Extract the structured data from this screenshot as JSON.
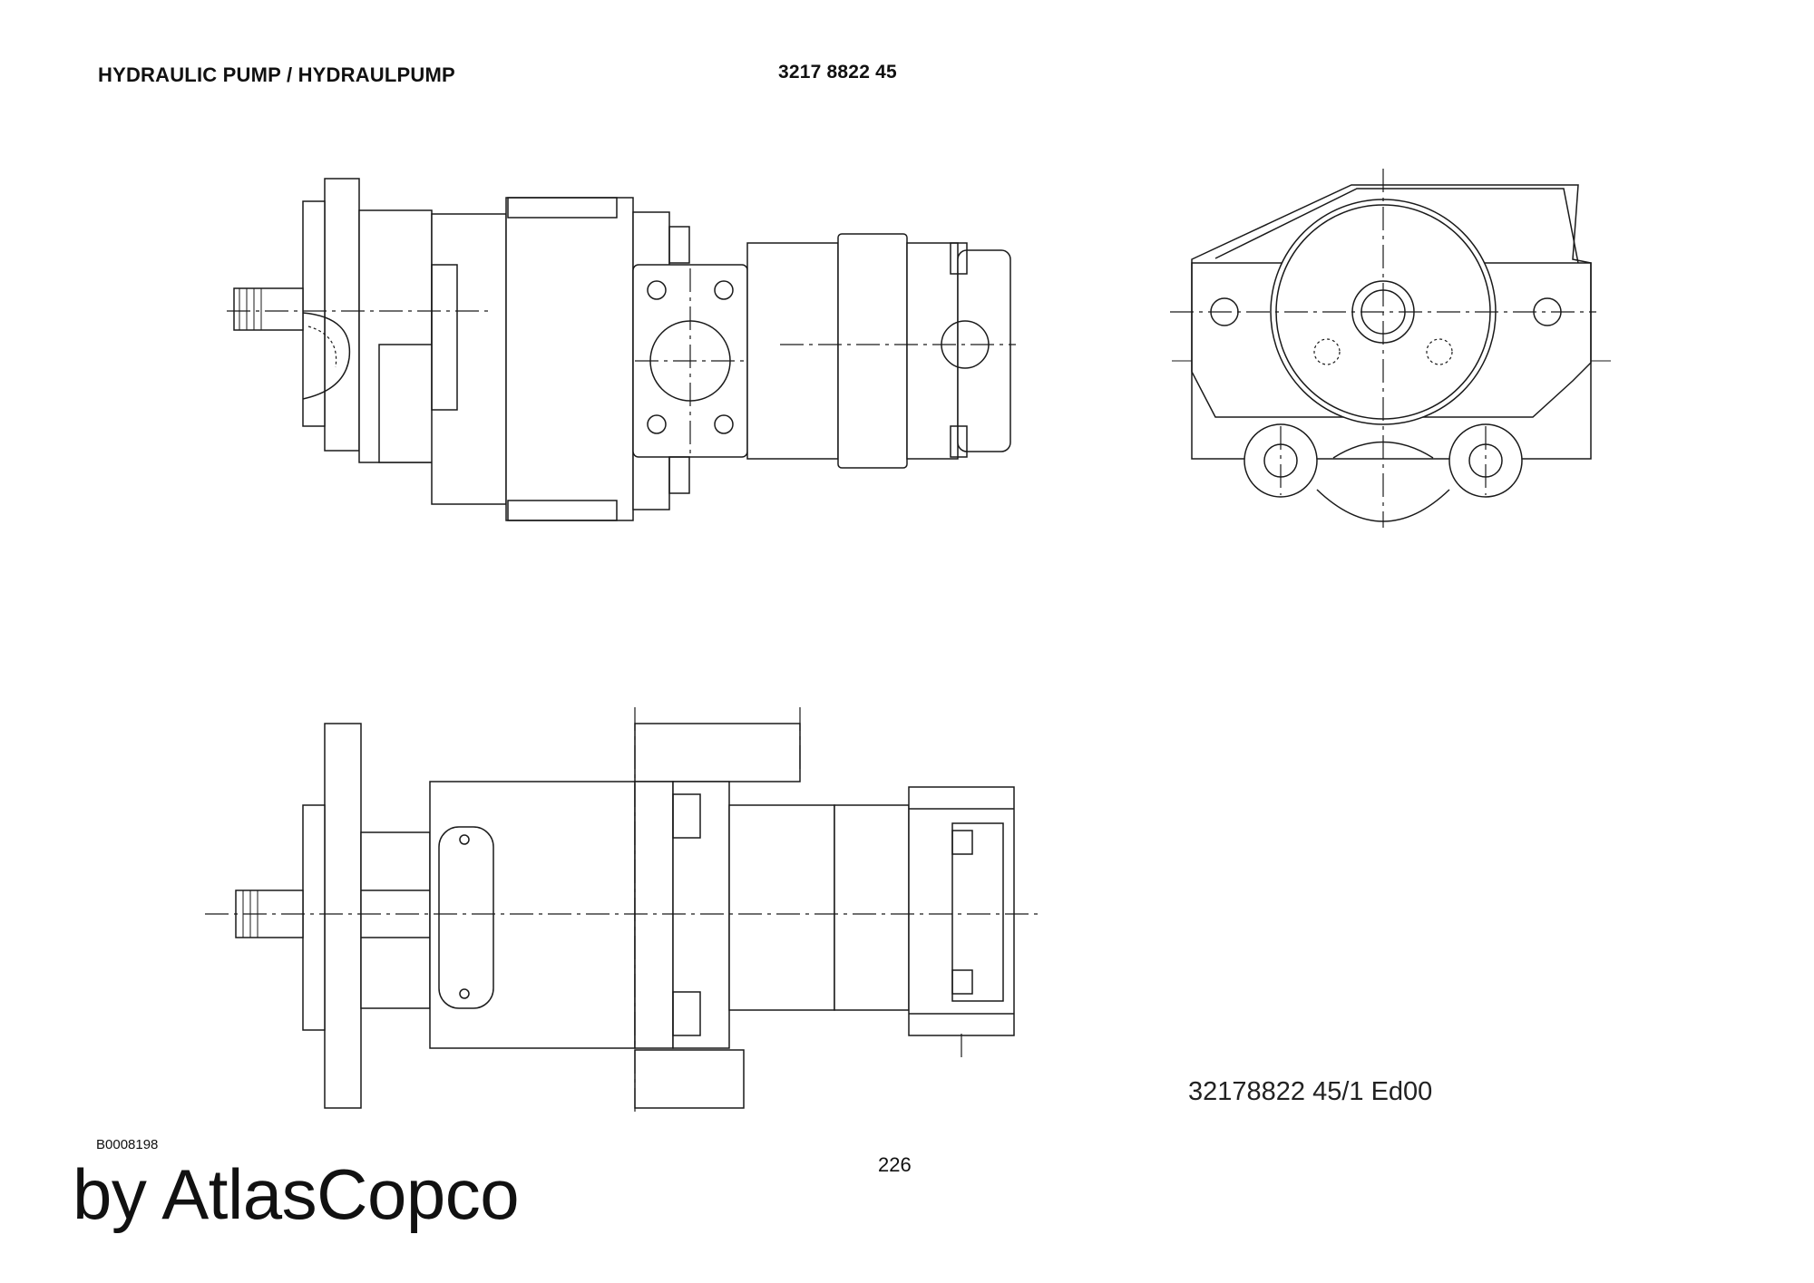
{
  "header": {
    "title": "HYDRAULIC PUMP / HYDRAULPUMP",
    "part_number": "3217 8822 45"
  },
  "drawing": {
    "reference": "32178822 45/1  Ed00",
    "image_code": "B0008198"
  },
  "footer": {
    "page_number": "226",
    "brand": "by AtlasCopco"
  }
}
